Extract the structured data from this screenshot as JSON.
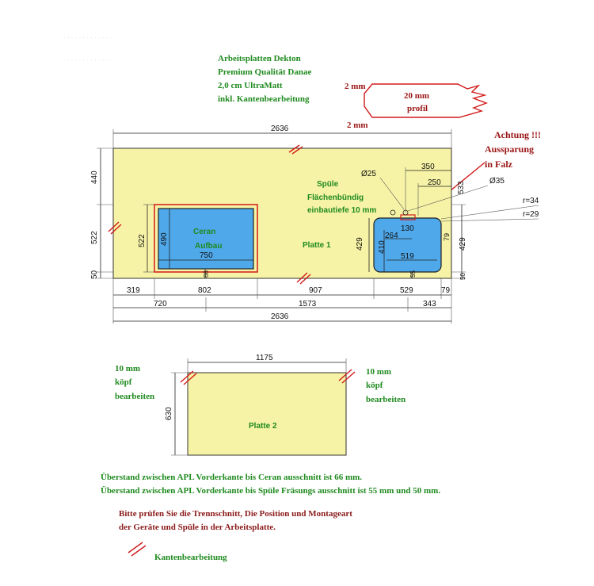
{
  "header": {
    "lines": [
      "Arbeitsplatten Dekton",
      "Premium Qualität Danae",
      "2,0 cm UltraMatt",
      "inkl. Kantenbearbeitung"
    ]
  },
  "profile": {
    "label_2mm_left": "2 mm",
    "label_20mm": "20 mm",
    "label_profil": "profil",
    "label_2mm_bottom": "2 mm"
  },
  "warning": {
    "lines": [
      "Achtung !!!",
      "Aussparung",
      "in Falz"
    ]
  },
  "plate1": {
    "label": "Platte 1",
    "ceran": {
      "line1": "Ceran",
      "line2": "Aufbau"
    },
    "spuele": {
      "lines": [
        "Spüle",
        "Flächenbündig",
        "einbautiefe 10 mm"
      ]
    },
    "dims": {
      "top_width": "2636",
      "left_top": "440",
      "left_mid": "522",
      "left_bottom": "50",
      "ceran_height": "522",
      "ceran_inner_height": "490",
      "ceran_inner_width": "750",
      "ceran_gap": "66",
      "d25": "Ø25",
      "d350": "350",
      "d250": "250",
      "d35": "Ø35",
      "d533": "533",
      "r34": "r=34",
      "r29": "r=29",
      "d130": "130",
      "d264": "264",
      "d410": "410",
      "d429_inner": "429",
      "d519": "519",
      "d79": "79",
      "d55": "55",
      "d429_right": "429",
      "d50_right": "50",
      "row1": [
        "319",
        "802",
        "907",
        "529",
        "79"
      ],
      "row2": [
        "720",
        "1573",
        "343"
      ],
      "bottom_total": "2636"
    }
  },
  "plate2": {
    "label": "Platte 2",
    "width": "1175",
    "height": "630",
    "left_note": [
      "10 mm",
      "köpf",
      "bearbeiten"
    ],
    "right_note": [
      "10 mm",
      "köpf",
      "bearbeiten"
    ]
  },
  "notes": {
    "green1": "Überstand zwischen APL Vorderkante bis Ceran ausschnitt ist 66 mm.",
    "green2": "Überstand zwischen APL Vorderkante bis Spüle Fräsungs ausschnitt ist 55 mm und 50 mm.",
    "red1": "Bitte prüfen Sie die Trennschnitt, Die Position und Montageart",
    "red2": "der Geräte und Spüle in der Arbeitsplatte."
  },
  "legend": {
    "label": "Kantenbearbeitung"
  },
  "colors": {
    "plate_fill": "#f7f3a6",
    "cutout_fill": "#4fa8ea",
    "green_text": "#1f8a1f",
    "red_text": "#8b1a1a",
    "edge_mark": "#d21a1a"
  }
}
